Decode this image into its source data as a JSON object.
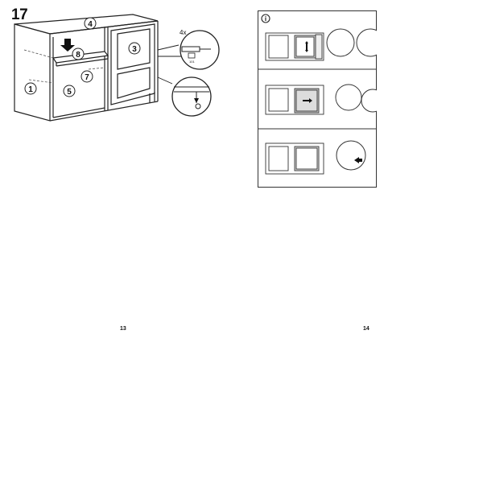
{
  "left_page": {
    "step_number": "17",
    "part_labels": [
      "1",
      "3",
      "4",
      "5",
      "7",
      "8"
    ],
    "quantity": "4x",
    "part_code": "101",
    "page_number": "13"
  },
  "right_page": {
    "info_icon": "i",
    "page_number": "14"
  },
  "icons": [
    "info-icon",
    "down-arrow-icon",
    "magnifier-callout"
  ]
}
